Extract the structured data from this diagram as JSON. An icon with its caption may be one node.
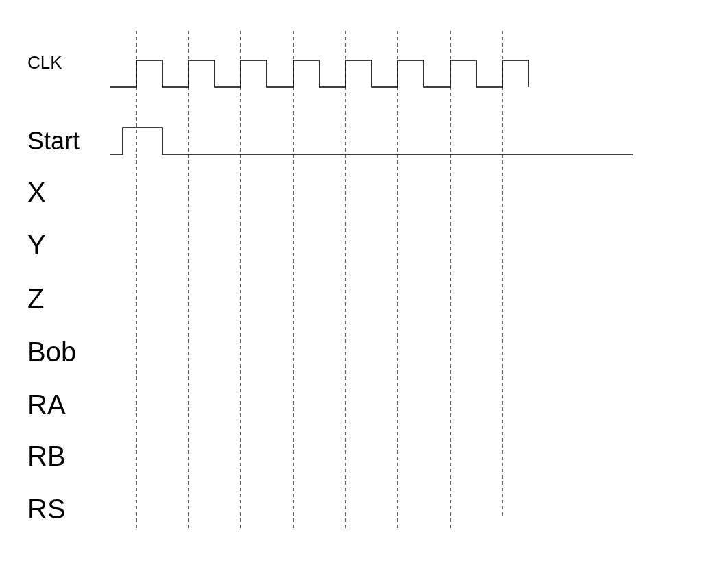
{
  "diagram": {
    "labels": [
      "CLK",
      "Start",
      "X",
      "Y",
      "Z",
      "Bob",
      "RA",
      "RB",
      "RS"
    ]
  }
}
